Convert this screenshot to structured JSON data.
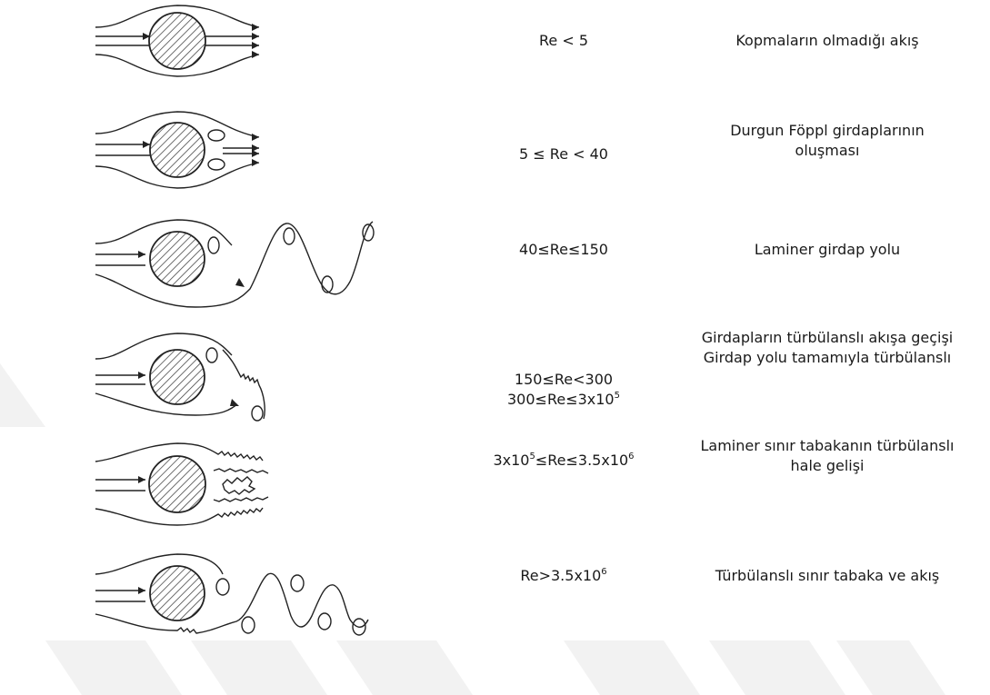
{
  "regimes": [
    {
      "re": [
        "Re < 5"
      ],
      "desc": [
        "Kopmaların olmadığı akış"
      ]
    },
    {
      "re": [
        "5 ≤ Re < 40"
      ],
      "desc": [
        "Durgun Föppl girdaplarının",
        "oluşması"
      ]
    },
    {
      "re": [
        "40≤Re≤150"
      ],
      "desc": [
        "Laminer girdap yolu"
      ]
    },
    {
      "re": [
        "150≤Re<300",
        "300≤Re≤3x10^5"
      ],
      "desc": [
        "Girdapların türbülanslı akışa geçişi",
        "Girdap yolu tamamıyla türbülanslı"
      ]
    },
    {
      "re": [
        "3x10^5≤Re≤3.5x10^6"
      ],
      "desc": [
        "Laminer sınır tabakanın türbülanslı",
        "hale gelişi"
      ]
    },
    {
      "re": [
        "Re>3.5x10^6"
      ],
      "desc": [
        "Türbülanslı sınır tabaka ve akış"
      ]
    }
  ],
  "colors": {
    "ink": "#222222",
    "watermark": "#f2f2f2"
  }
}
